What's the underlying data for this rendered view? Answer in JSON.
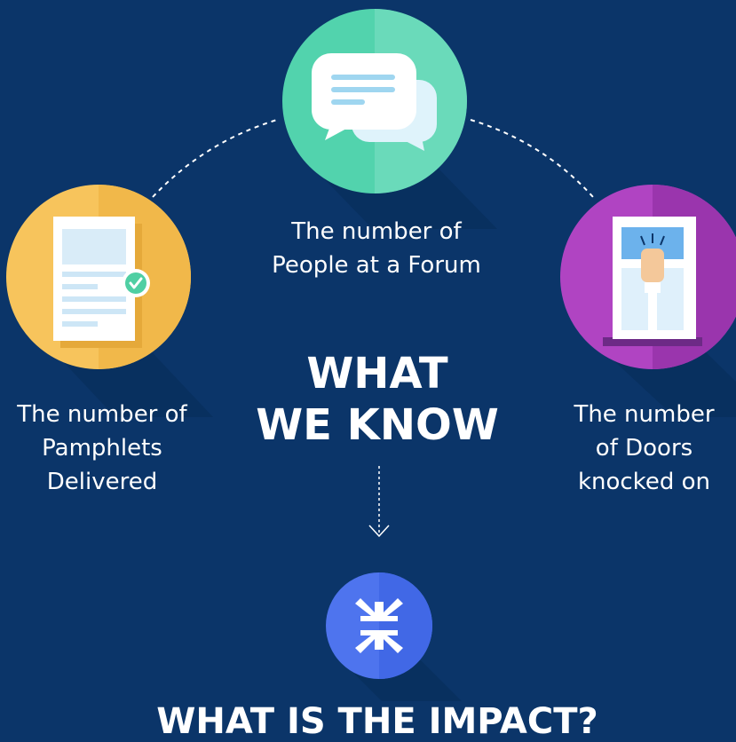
{
  "nodes": {
    "forum": {
      "line1": "The number of",
      "line2": "People at a Forum",
      "color": "#52d3ad"
    },
    "pamphlets": {
      "line1": "The number of",
      "line2": "Pamphlets",
      "line3": "Delivered",
      "color": "#f7c45c"
    },
    "doors": {
      "line1": "The number",
      "line2": "of Doors",
      "line3": "knocked on",
      "color": "#b044c2"
    }
  },
  "center": {
    "line1": "WHAT",
    "line2": "WE KNOW"
  },
  "outcome": {
    "title": "WHAT IS THE IMPACT?",
    "color": "#4e74ee"
  },
  "colors": {
    "background": "#0b3569",
    "text": "#ffffff"
  }
}
